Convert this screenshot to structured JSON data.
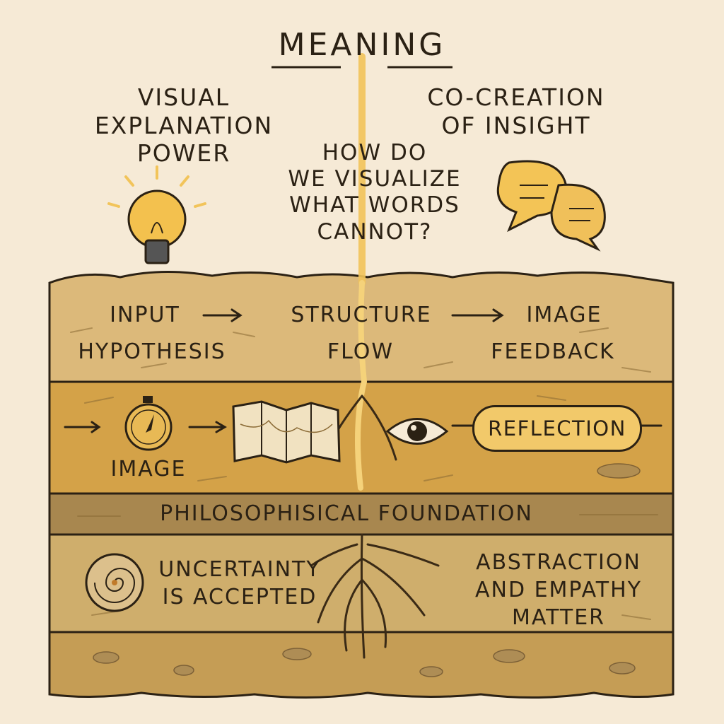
{
  "header": {
    "title": "MEANING",
    "left_concept": "VISUAL\nEXPLANATION\nPOWER",
    "right_concept": "CO-CREATION\nOF INSIGHT",
    "question": "HOW DO\nWE VISUALIZE\nWHAT WORDS\nCANNOT?"
  },
  "layers": {
    "surface": {
      "input": "INPUT",
      "hypothesis": "HYPOTHESIS",
      "structure": "STRUCTURE",
      "flow": "FLOW",
      "image": "IMAGE",
      "feedback": "FEEDBACK"
    },
    "middle": {
      "image_label": "IMAGE",
      "reflection": "REFLECTION"
    },
    "foundation": {
      "label": "PHILOSOPHISICAL FOUNDATION"
    },
    "bedrock": {
      "uncertainty": "UNCERTAINTY\nIS ACCEPTED",
      "abstraction": "ABSTRACTION\nAND EMPATHY\nMATTER"
    }
  },
  "icons": {
    "lightbulb": "lightbulb-icon",
    "speech": "speech-bubbles-icon",
    "compass": "compass-icon",
    "map": "map-icon",
    "eye": "eye-icon",
    "fossil": "ammonite-fossil-icon"
  },
  "colors": {
    "background": "#f6ead6",
    "soil_top": "#dcb97a",
    "soil_middle": "#d4a248",
    "foundation": "#a8874f",
    "bedrock": "#cfae6c",
    "accent_yellow": "#f2c45a",
    "ink": "#2b2114"
  }
}
